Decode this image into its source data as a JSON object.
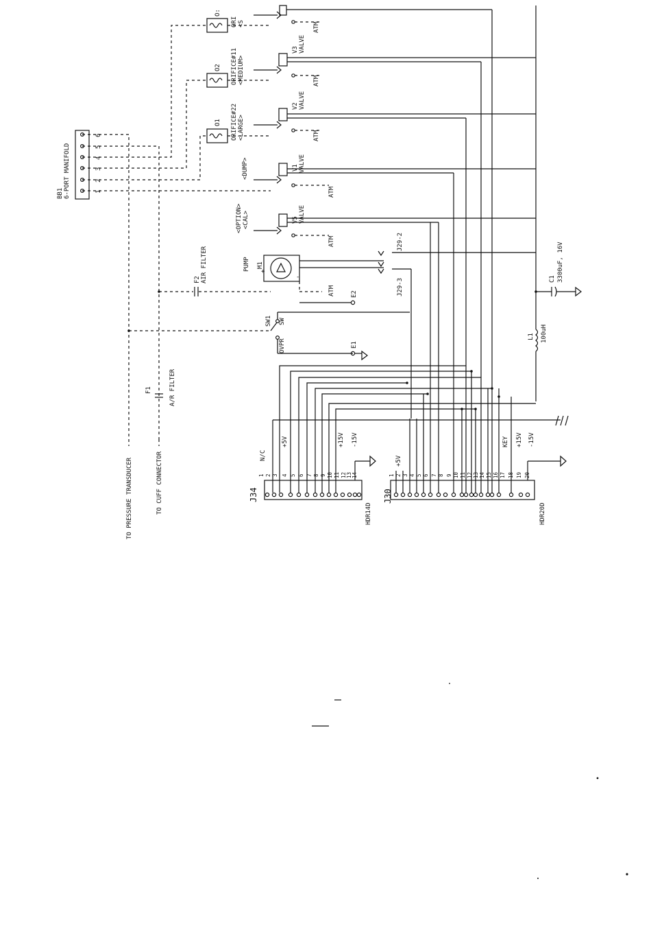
{
  "manifold": {
    "ref": "BB1",
    "name": "6-PORT MANIFOLD",
    "ports": [
      "1",
      "2",
      "3",
      "4",
      "5",
      "6"
    ]
  },
  "orifices": [
    {
      "ref": "O1",
      "label": "ORIFICE#22",
      "size": "<LARGE>"
    },
    {
      "ref": "O2",
      "label": "ORIFICE#11",
      "size": "<MEDIUM>"
    },
    {
      "ref": "O:",
      "label": "ORI",
      "size": "<S"
    }
  ],
  "valves": [
    {
      "ref": "V1",
      "label": "VALVE",
      "tag": "<DUMP>"
    },
    {
      "ref": "V2",
      "label": "VALVE",
      "tag": ""
    },
    {
      "ref": "V3",
      "label": "VALVE",
      "tag": ""
    },
    {
      "ref": "V5",
      "label": "VALVE",
      "tag": "<OPTION>",
      "tag2": "<CAL>"
    }
  ],
  "atm": "ATM",
  "pump": {
    "title": "PUMP",
    "ref": "M1",
    "plus": "+",
    "minus": "-"
  },
  "air_filter_f2": {
    "ref": "F2",
    "label": "AIR FILTER"
  },
  "air_filter_f1": {
    "ref": "F1",
    "label": "A/R FILTER"
  },
  "switch": {
    "ref": "SW1",
    "a": "SW",
    "b": "OVPR"
  },
  "test_points": {
    "e1": "E1",
    "e2": "E2"
  },
  "jumpers": {
    "a": "J29-2",
    "b": "J29-3"
  },
  "capacitor": {
    "ref": "C1",
    "value": "3300uF, 16V"
  },
  "inductor": {
    "ref": "L1",
    "value": "100uH"
  },
  "destinations": {
    "transducer": "TO PRESSURE TRANSDUCER",
    "cuff": "TO CUFF CONNECTOR"
  },
  "j34": {
    "ref": "J34",
    "part": "HDR14D",
    "pins": [
      "1",
      "2",
      "3",
      "4",
      "5",
      "6",
      "7",
      "8",
      "9",
      "10",
      "11",
      "12",
      "13",
      "14"
    ],
    "signals": {
      "nc": "N/C",
      "p5": "+5V",
      "p15": "+15V",
      "m15": "-15V"
    }
  },
  "j30": {
    "ref": "J30",
    "part": "HDR20D",
    "pins": [
      "1",
      "2",
      "3",
      "4",
      "5",
      "6",
      "7",
      "8",
      "9",
      "10",
      "11",
      "12",
      "13",
      "14",
      "15",
      "16",
      "17",
      "18",
      "19",
      "20"
    ],
    "signals": {
      "p5": "+5V",
      "key": "KEY",
      "p15": "+15V",
      "m15": "-15V"
    }
  }
}
